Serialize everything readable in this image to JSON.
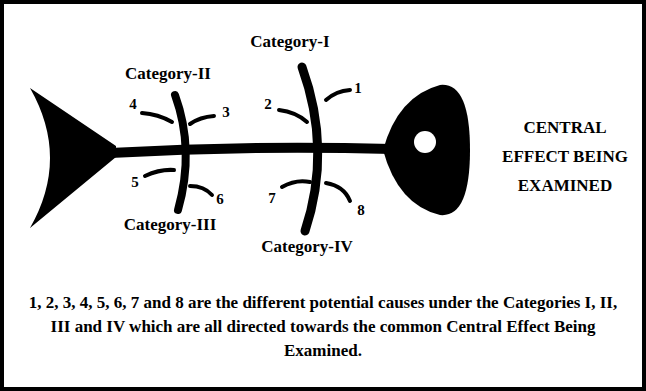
{
  "diagram": {
    "caption": "1, 2, 3, 4, 5, 6, 7 and 8 are the different potential causes under the Categories I, II, III and IV which are all directed towards the common Central Effect Being Examined.",
    "labels": [
      "Category-I",
      "Category-II",
      "4",
      "3",
      "2",
      "1",
      "CENTRAL EFFECT BEING EXAMINED",
      "5",
      "6",
      "7",
      "8",
      "Category-III",
      "Category-IV"
    ]
  }
}
